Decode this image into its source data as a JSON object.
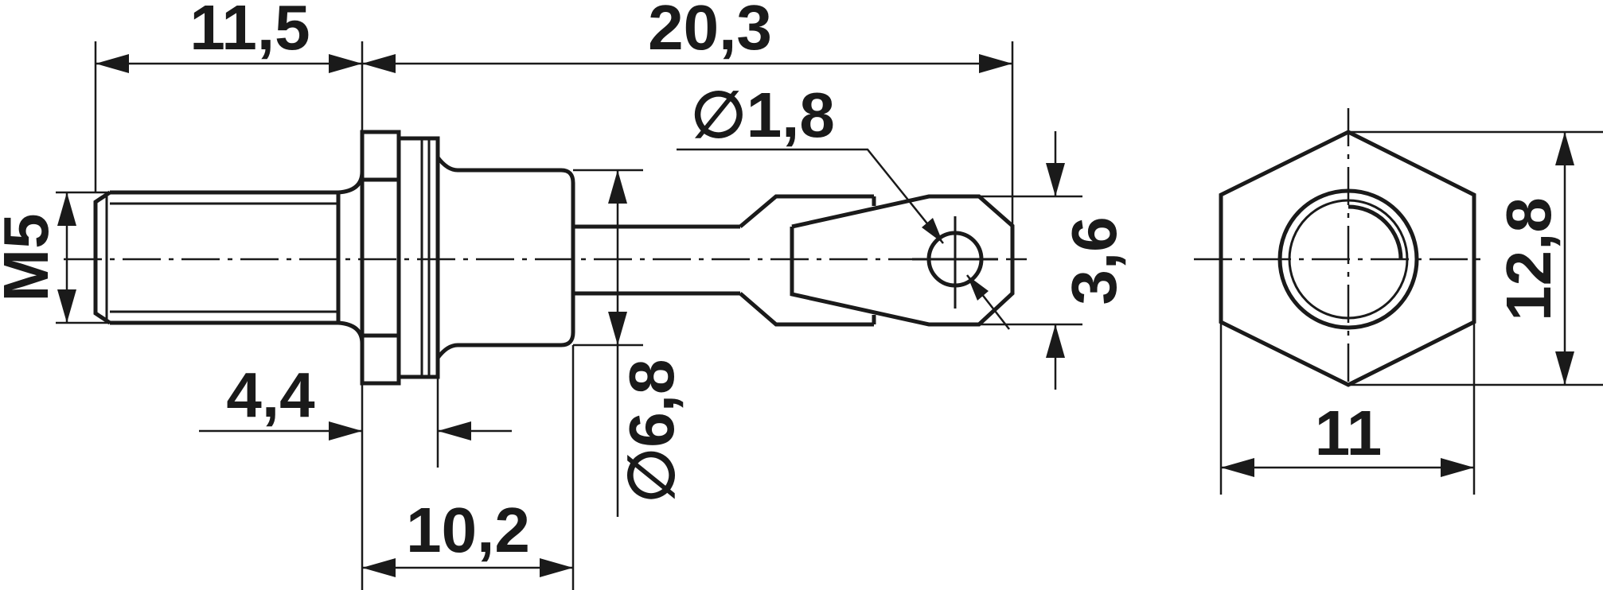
{
  "dimensions": {
    "overall_thread_length": "11,5",
    "body_length": "20,3",
    "hole_diameter": "∅1,8",
    "thread": "M5",
    "tab_width": "3,6",
    "body_diameter": "∅6,8",
    "flange_width": "4,4",
    "shoulder_length": "10,2",
    "hex_height": "12,8",
    "hex_width": "11"
  },
  "colors": {
    "line": "#1a1a1a",
    "background": "#ffffff"
  }
}
